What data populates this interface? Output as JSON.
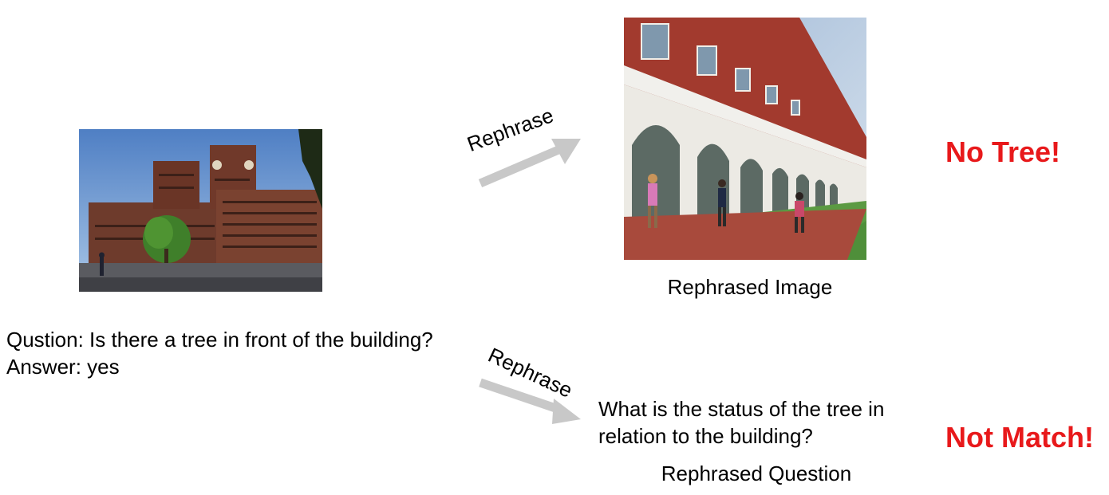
{
  "original": {
    "question": "Qustion: Is there a tree in front of the building?",
    "answer": "Answer: yes"
  },
  "rephrase_image_arrow": {
    "label": "Rephrase"
  },
  "rephrase_question_arrow": {
    "label": "Rephrase"
  },
  "rephrased_image": {
    "caption": "Rephrased Image",
    "verdict": "No Tree!"
  },
  "rephrased_question": {
    "text": "What is the status of the tree in relation to the building?",
    "caption": "Rephrased Question",
    "verdict": "Not Match!"
  },
  "colors": {
    "verdict": "#e8191b",
    "arrow": "#c8c8c8"
  }
}
